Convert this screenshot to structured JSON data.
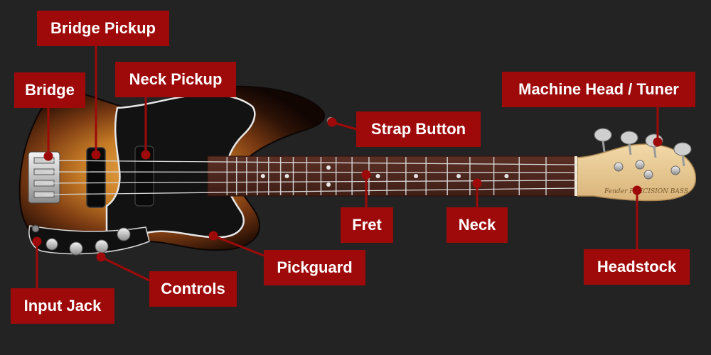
{
  "labels": {
    "bridge_pickup": "Bridge Pickup",
    "bridge": "Bridge",
    "neck_pickup": "Neck Pickup",
    "strap_button": "Strap Button",
    "machine_head": "Machine Head / Tuner",
    "fret": "Fret",
    "neck": "Neck",
    "pickguard": "Pickguard",
    "headstock": "Headstock",
    "controls": "Controls",
    "input_jack": "Input Jack"
  },
  "headstock_logo": "Fender PRECISION BASS",
  "colors": {
    "background": "#232323",
    "label_fill": "#9e0a0a",
    "label_text": "#ffffff",
    "callout": "#9e0a0a"
  }
}
